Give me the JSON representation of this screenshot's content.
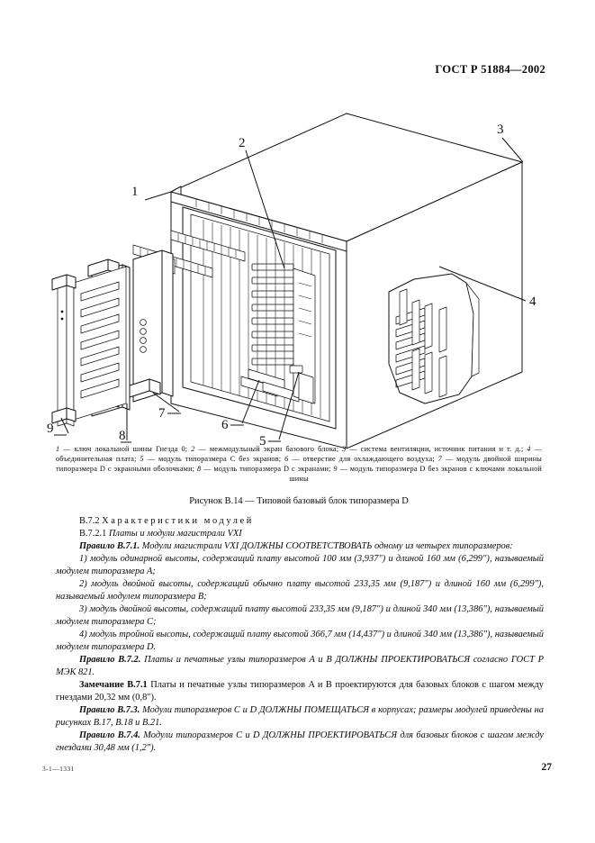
{
  "header": {
    "standard": "ГОСТ Р 51884—2002"
  },
  "figure": {
    "callouts": [
      "1",
      "2",
      "3",
      "4",
      "5",
      "6",
      "7",
      "8",
      "9"
    ],
    "legend_html": "<i>1</i> — ключ локальной шины Гнезда 0; <i>2</i> — межмодульный экран базового блока; <i>3</i> — система вентиляции, источник питания и т. д.; <i>4</i> — объединительная плата; <i>5</i> — модуль типоразмера C без экранов; <i>6</i> — отверстие для охлаждающего воздуха; <i>7</i> — модуль двойной ширины типоразмера D с экранными оболочками; <i>8</i> — модуль типоразмера D с экранами; <i>9</i> — модуль типоразмера D без экранов с ключами локальной шины",
    "caption": "Рисунок В.14 — Типовой базовый блок типоразмера D"
  },
  "body": {
    "section_number": "В.7.2",
    "section_title": "Характеристики модулей",
    "subsection_number": "В.7.2.1",
    "subsection_title": "Платы и модули магистрали VXI",
    "paragraphs": [
      {
        "id": "rule-b-7-1",
        "html": "<span class=\"bi\">Правило В.7.1.</span> <span class=\"it\">Модули магистрали VXI ДОЛЖНЫ СООТВЕТСТВОВАТЬ одному из четырех типоразмеров:</span>"
      },
      {
        "id": "item-1",
        "html": "<span class=\"it\">1) модуль одинарной высоты, содержащий плату высотой 100 мм (3,937\") и длиной 160 мм (6,299\"), называемый модулем типоразмера A;</span>"
      },
      {
        "id": "item-2",
        "html": "<span class=\"it\">2) модуль двойной высоты, содержащий обычно плату высотой 233,35 мм (9,187\") и длиной 160 мм (6,299\"), называемый модулем типоразмера B;</span>"
      },
      {
        "id": "item-3",
        "html": "<span class=\"it\">3) модуль двойной высоты, содержащий плату высотой 233,35 мм (9,187\") и длиной 340 мм (13,386\"), называемый модулем типоразмера C;</span>"
      },
      {
        "id": "item-4",
        "html": "<span class=\"it\">4) модуль тройной высоты, содержащий плату высотой 366,7 мм (14,437\") и длиной 340 мм (13,386\"), называемый модулем типоразмера D.</span>"
      },
      {
        "id": "rule-b-7-2",
        "html": "<span class=\"bi\">Правило В.7.2.</span> <span class=\"it\">Платы и печатные узлы типоразмеров A и B ДОЛЖНЫ ПРОЕКТИРОВАТЬСЯ согласно ГОСТ Р МЭК 821.</span>"
      },
      {
        "id": "note-b-7-1",
        "html": "<span class=\"bd\">Замечание В.7.1</span> Платы и печатные узлы типоразмеров A и B проектируются для базовых блоков с шагом между гнездами 20,32 мм (0,8\")."
      },
      {
        "id": "rule-b-7-3",
        "html": "<span class=\"bi\">Правило В.7.3.</span> <span class=\"it\">Модули типоразмеров C и D ДОЛЖНЫ ПОМЕЩАТЬСЯ в корпусах; размеры модулей приведены на рисунках В.17, В.18 и В.21.</span>"
      },
      {
        "id": "rule-b-7-4",
        "html": "<span class=\"bi\">Правило В.7.4.</span> <span class=\"it\">Модули типоразмеров C и D ДОЛЖНЫ ПРОЕКТИРОВАТЬСЯ для базовых блоков с шагом между гнездами 30,48 мм (1,2\").</span>"
      }
    ]
  },
  "footer": {
    "signature": "3-1—1331",
    "page_number": "27"
  },
  "colors": {
    "ink": "#0b0b0b",
    "paper": "#ffffff"
  }
}
